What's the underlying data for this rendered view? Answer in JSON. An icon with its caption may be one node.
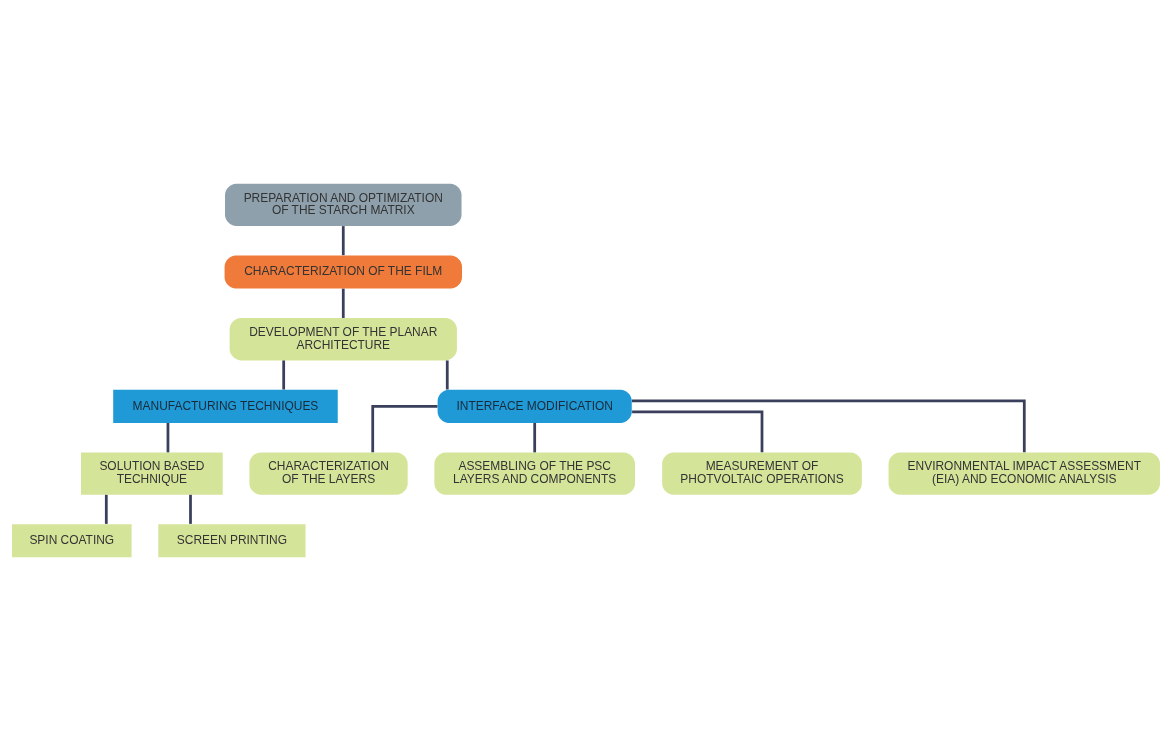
{
  "diagram": {
    "nodes": [
      {
        "text": [
          "PREPARATION AND OPTIMIZATION OF THE STARCH MATRIX"
        ]
      },
      {
        "text": [
          "CHARACTERIZATION OF THE FILM"
        ]
      },
      {
        "text": [
          "DEVELOPMENT OF THE PLANAR ARCHITECTURE"
        ]
      },
      {
        "text": [
          "MANUFACTURING TECHNIQUES"
        ]
      },
      {
        "text": [
          "INTERFACE MODIFICATION"
        ]
      },
      {
        "text": [
          "SOLUTION BASED TECHNIQUE"
        ]
      },
      {
        "text": [
          "SPIN COATING"
        ]
      },
      {
        "text": [
          "SCREEN PRINTING"
        ]
      },
      {
        "text": [
          "CHARACTERIZATION OF THE LAYERS"
        ]
      },
      {
        "text": [
          "ASSEMBLING OF THE PSC LAYERS AND COMPONENTS"
        ]
      },
      {
        "text": [
          "MEASUREMENT OF PHOTVOLTAIC OPERATIONS"
        ]
      },
      {
        "text": [
          "ENVIRONMENTAL IMPACT ASSESSMENT (EIA) AND ECONOMIC ANALYSIS"
        ]
      }
    ],
    "edges": [
      {
        "from": 0,
        "to": 1,
        "arrow": "none"
      },
      {
        "from": 1,
        "to": 2,
        "arrow": "none"
      },
      {
        "from": 2,
        "to": 3,
        "arrow": "none"
      },
      {
        "from": 2,
        "to": 4,
        "arrow": "none"
      },
      {
        "from": 3,
        "to": 5,
        "arrow": "none"
      },
      {
        "from": 5,
        "to": 6,
        "arrow": "none"
      },
      {
        "from": 5,
        "to": 7,
        "arrow": "none"
      },
      {
        "from": 4,
        "to": 8,
        "arrow": "none"
      },
      {
        "from": 4,
        "to": 9,
        "arrow": "none"
      },
      {
        "from": 4,
        "to": 10,
        "arrow": "none"
      },
      {
        "from": 4,
        "to": 11,
        "arrow": "none"
      }
    ]
  }
}
